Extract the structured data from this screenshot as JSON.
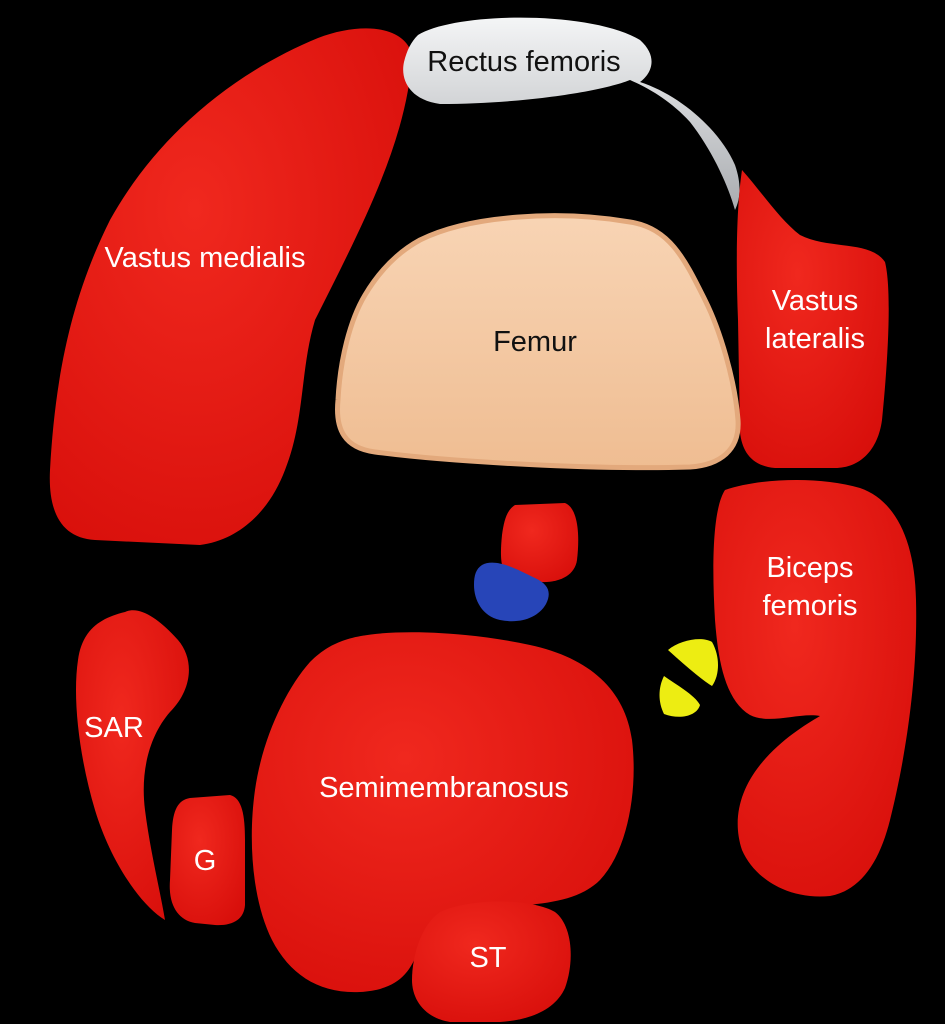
{
  "labels": {
    "rectus_femoris": "Rectus femoris",
    "vastus_medialis": "Vastus medialis",
    "femur": "Femur",
    "vastus_lateralis_1": "Vastus",
    "vastus_lateralis_2": "lateralis",
    "biceps_femoris_1": "Biceps",
    "biceps_femoris_2": "femoris",
    "sar": "SAR",
    "semimembranosus": "Semimembranosus",
    "g": "G",
    "st": "ST"
  },
  "colors": {
    "background": "#000000",
    "muscle": "#e3140f",
    "muscle_highlight": "#f03a30",
    "bone": "#f5c9a3",
    "bone_outline": "#e0a77a",
    "tendon": "#d7d9dc",
    "vein": "#2745b8",
    "nerve": "#eded12"
  }
}
